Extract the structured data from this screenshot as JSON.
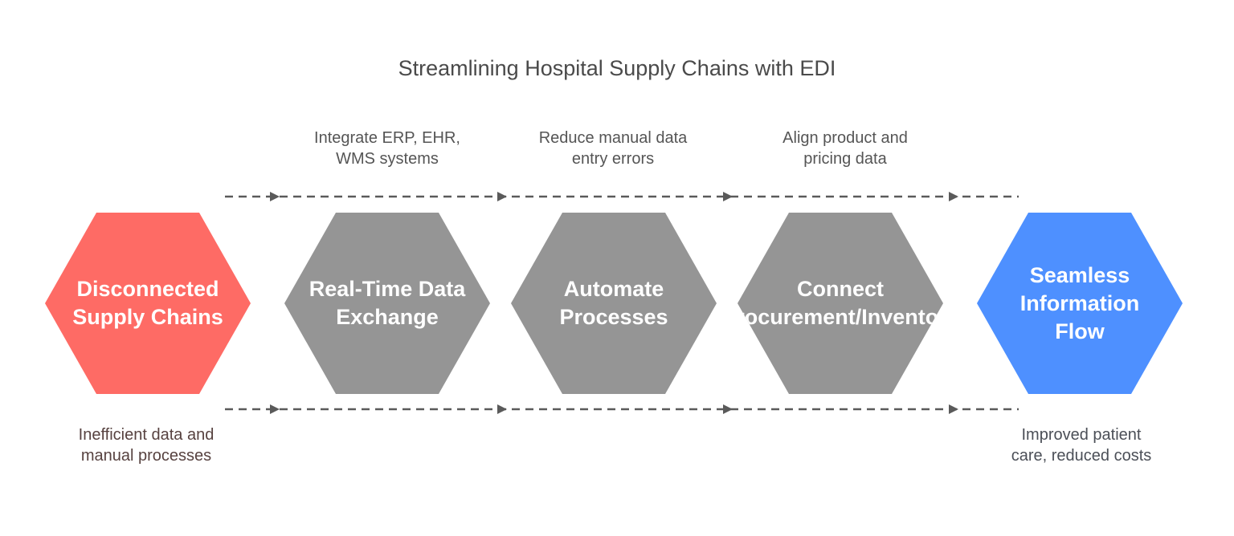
{
  "title": "Streamlining Hospital Supply Chains with EDI",
  "colors": {
    "start": "#fe6b65",
    "step": "#959595",
    "end": "#4e90ff",
    "connector": "#5a5a5a"
  },
  "nodes": [
    {
      "label": "Disconnected\nSupply Chains",
      "caption": "Inefficient data and\nmanual processes",
      "kind": "start"
    },
    {
      "label": "Real-Time Data\nExchange",
      "caption": "Integrate ERP, EHR,\nWMS systems",
      "kind": "step"
    },
    {
      "label": "Automate\nProcesses",
      "caption": "Reduce manual data\nentry errors",
      "kind": "step"
    },
    {
      "label": "Connect\nProcurement/Inventory",
      "caption": "Align product and\npricing data",
      "kind": "step"
    },
    {
      "label": "Seamless\nInformation\nFlow",
      "caption": "Improved patient\ncare, reduced costs",
      "kind": "end"
    }
  ]
}
